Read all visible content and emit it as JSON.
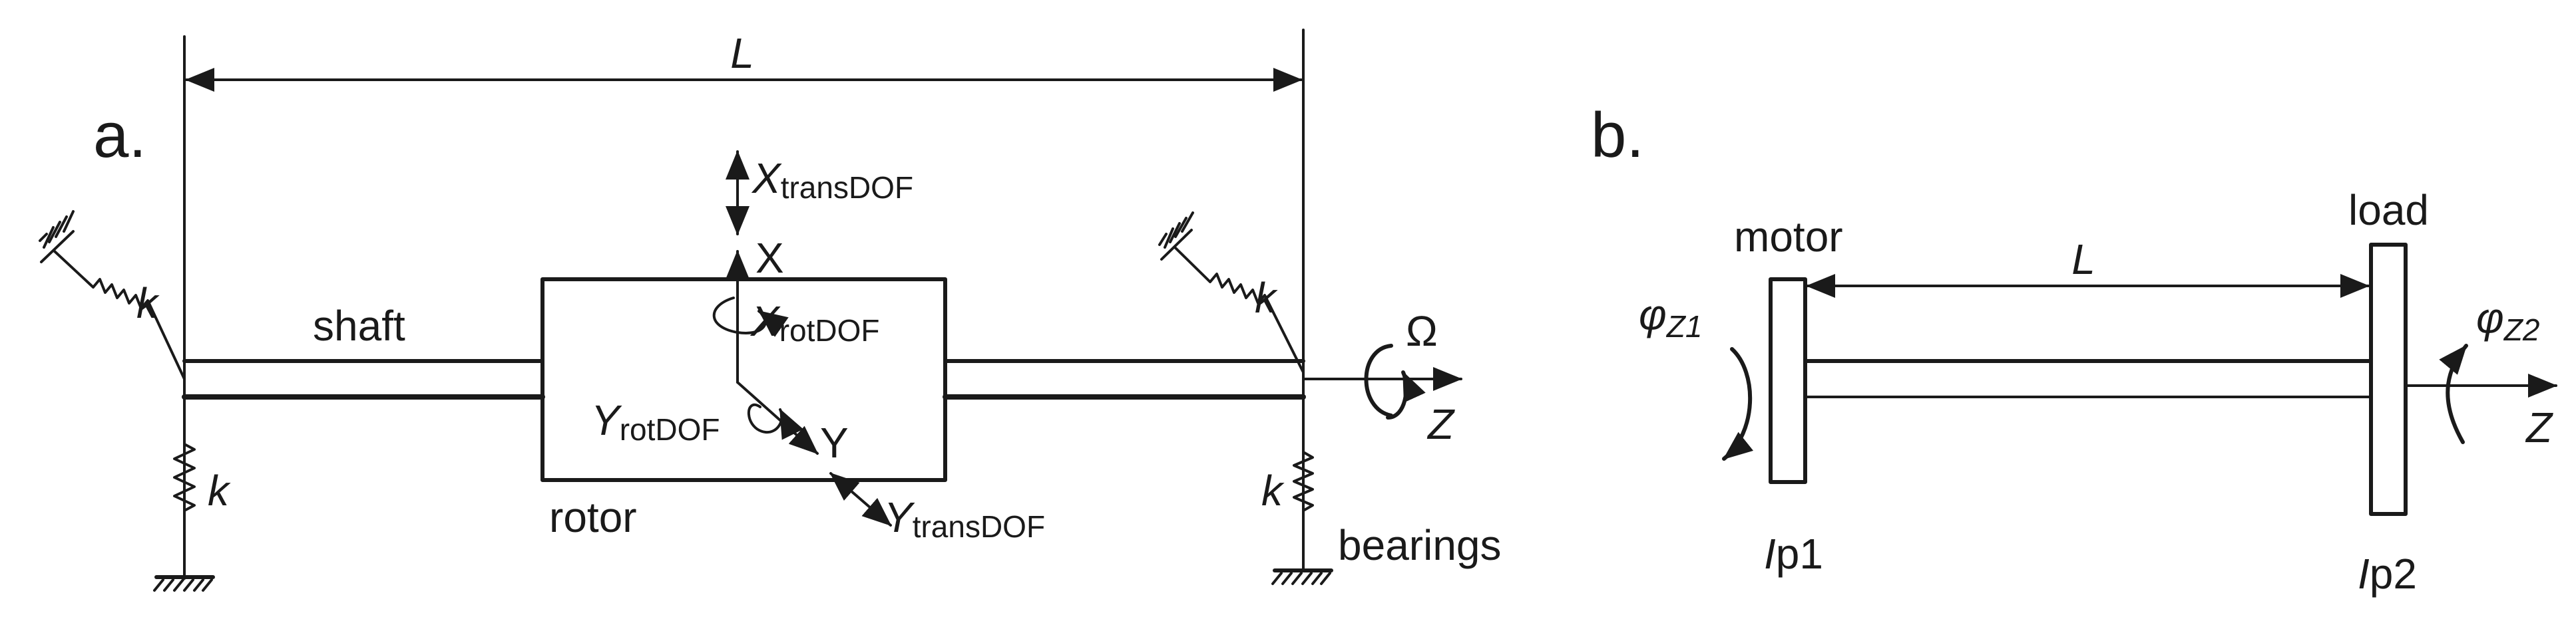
{
  "panel_a": {
    "panel_label": "a.",
    "length_label": "L",
    "shaft_label": "shaft",
    "rotor_label": "rotor",
    "bearings_label": "bearings",
    "stiffness_label": "k",
    "omega_label": "Ω",
    "z_axis_label": "Z",
    "x_axis_label": "X",
    "y_axis_label": "Y",
    "x_trans": {
      "main": "X",
      "sub": "transDOF"
    },
    "x_rot": {
      "main": "X",
      "sub": "rotDOF"
    },
    "y_rot": {
      "main": "Y",
      "sub": "rotDOF"
    },
    "y_trans": {
      "main": "Y",
      "sub": "transDOF"
    }
  },
  "panel_b": {
    "panel_label": "b.",
    "length_label": "L",
    "motor_label": "motor",
    "load_label": "load",
    "z_axis_label": "Z",
    "phi_z1": {
      "main": "φ",
      "sub": "Z1"
    },
    "phi_z2": {
      "main": "φ",
      "sub": "Z2"
    },
    "ip1": {
      "main": "I",
      "sub": "p1"
    },
    "ip2": {
      "main": "I",
      "sub": "p2"
    }
  }
}
